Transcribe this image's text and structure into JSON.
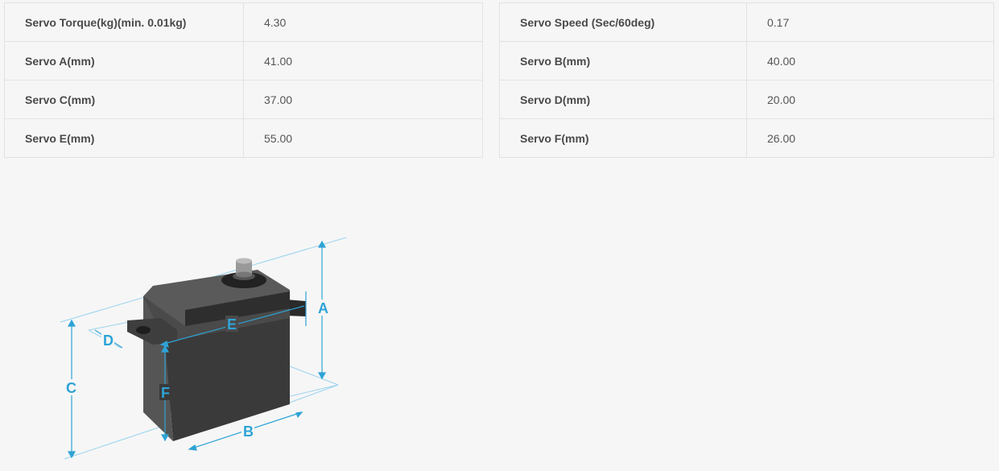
{
  "specs_left": [
    {
      "label": "Servo Torque(kg)(min. 0.01kg)",
      "value": "4.30"
    },
    {
      "label": "Servo A(mm)",
      "value": "41.00"
    },
    {
      "label": "Servo C(mm)",
      "value": "37.00"
    },
    {
      "label": "Servo E(mm)",
      "value": "55.00"
    }
  ],
  "specs_right": [
    {
      "label": "Servo Speed (Sec/60deg)",
      "value": "0.17"
    },
    {
      "label": "Servo B(mm)",
      "value": "40.00"
    },
    {
      "label": "Servo D(mm)",
      "value": "20.00"
    },
    {
      "label": "Servo F(mm)",
      "value": "26.00"
    }
  ],
  "diagram": {
    "labels": {
      "A": "A",
      "B": "B",
      "C": "C",
      "D": "D",
      "E": "E",
      "F": "F"
    },
    "accent_color": "#2ea3d6",
    "body_color": "#3c3c3c"
  }
}
